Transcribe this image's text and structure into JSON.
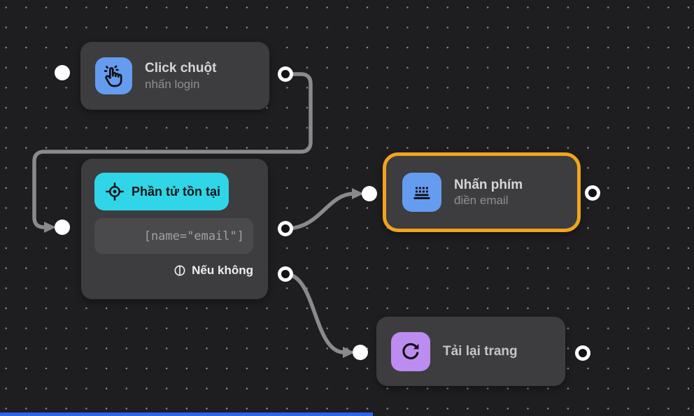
{
  "canvas": {
    "background_color": "#1e1e20",
    "grid_dot_color": "#8d8d8f",
    "edge_color": "#8a8a8c",
    "selection_border_color": "#f0a41e"
  },
  "nodes": {
    "click": {
      "title": "Click chuột",
      "subtitle": "nhấn login",
      "icon": "hand-click-icon",
      "icon_bg": "#659cf0"
    },
    "element_exists": {
      "badge_label": "Phần tử tồn tại",
      "badge_bg": "#30d5e7",
      "badge_icon": "target-icon",
      "selector_value": "[name=\"email\"]",
      "fallback_icon": "circled-bar-icon",
      "fallback_label": "Nếu không"
    },
    "press_key": {
      "title": "Nhấn phím",
      "subtitle": "điền email",
      "icon": "keyboard-icon",
      "icon_bg": "#659cf0",
      "selected": true
    },
    "reload": {
      "title": "Tải lại trang",
      "icon": "reload-icon",
      "icon_bg": "#bd8cf0"
    }
  },
  "edges": [
    {
      "from": "click.output",
      "to": "element_exists.input"
    },
    {
      "from": "element_exists.output",
      "to": "press_key.input"
    },
    {
      "from": "element_exists.fallback_output",
      "to": "reload.input"
    }
  ],
  "footer": {
    "scrollbar_color": "#2e63f0"
  }
}
